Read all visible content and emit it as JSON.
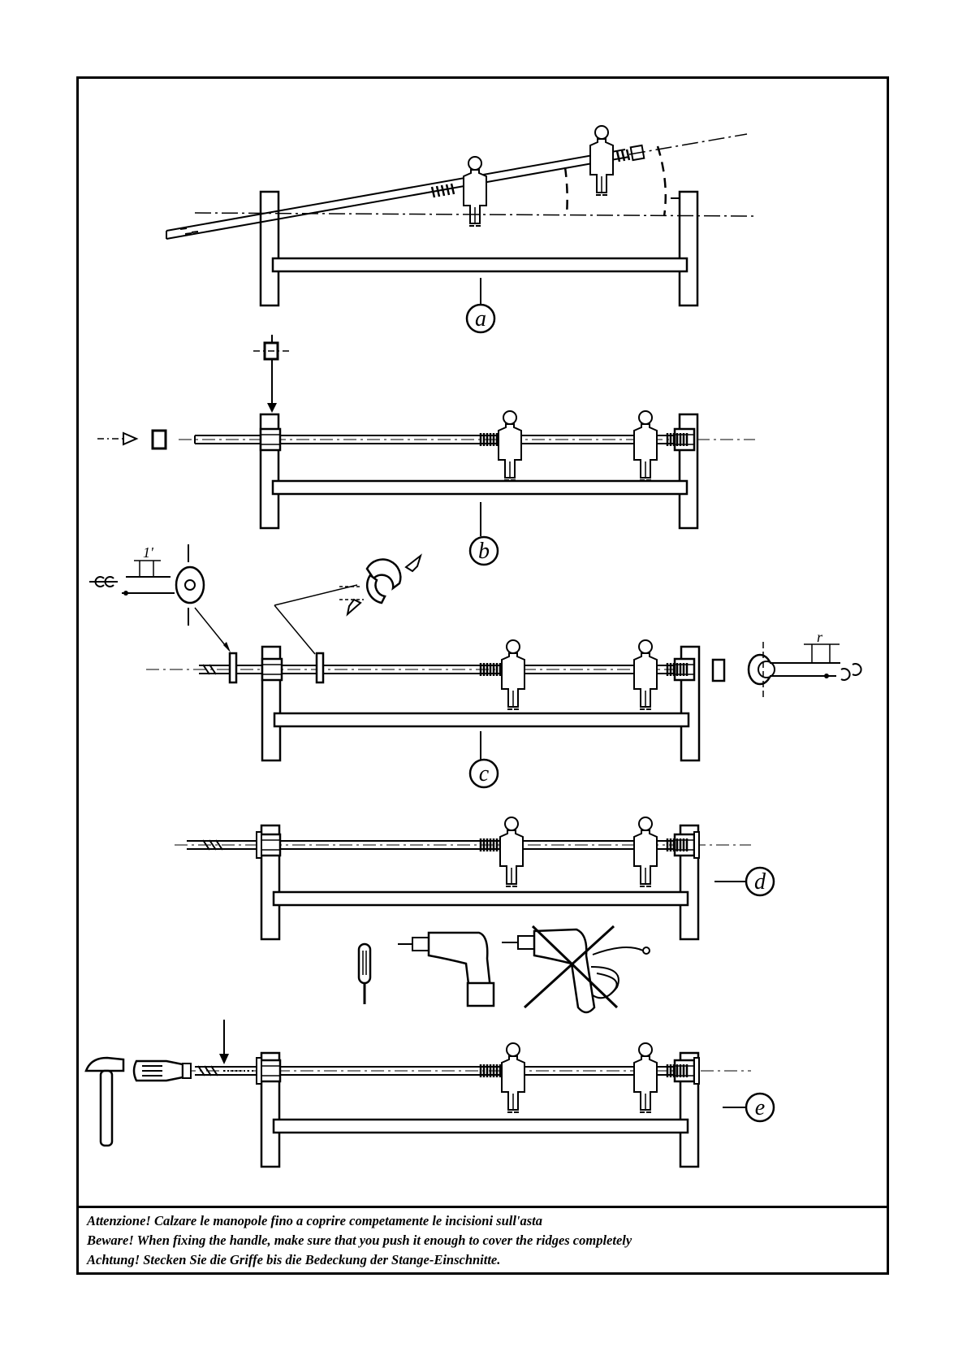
{
  "figure": {
    "steps": [
      {
        "id": "a",
        "label": "a"
      },
      {
        "id": "b",
        "label": "b"
      },
      {
        "id": "c",
        "label": "c"
      },
      {
        "id": "d",
        "label": "d"
      },
      {
        "id": "e",
        "label": "e"
      }
    ],
    "dimension_marks": {
      "left": "1'",
      "right": "r"
    }
  },
  "notes": {
    "italian": "Attenzione! Calzare le manopole fino a coprire competamente le incisioni sull'asta",
    "english": "Beware! When fixing the handle, make sure that you push it enough to cover the ridges completely",
    "german": "Achtung! Stecken Sie die Griffe bis die Bedeckung der Stange-Einschnitte."
  }
}
